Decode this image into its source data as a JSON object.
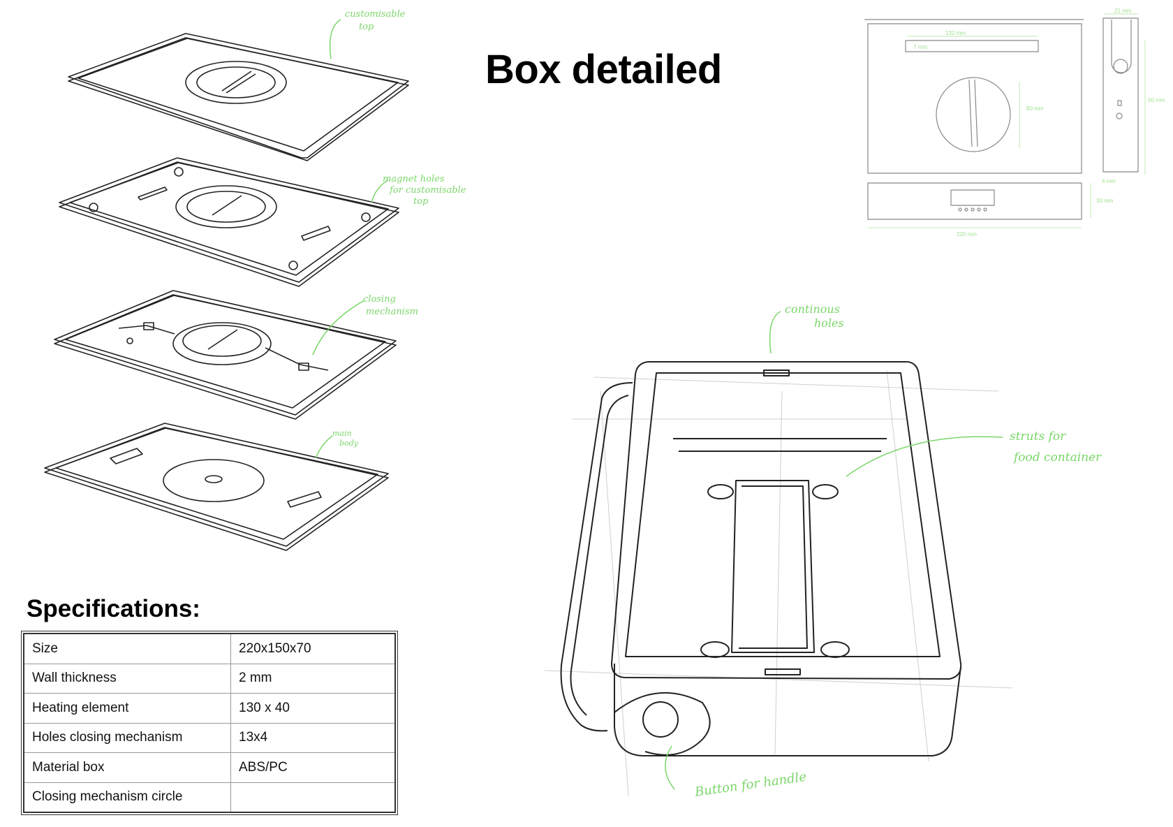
{
  "title": "Box detailed",
  "specifications": {
    "heading": "Specifications:",
    "rows": [
      {
        "label": "Size",
        "value": "220x150x70"
      },
      {
        "label": "Wall thickness",
        "value": "2 mm"
      },
      {
        "label": "Heating element",
        "value": "130 x 40"
      },
      {
        "label": "Holes closing mechanism",
        "value": "13x4"
      },
      {
        "label": "Material box",
        "value": "ABS/PC"
      },
      {
        "label": "Closing mechanism circle",
        "value": ""
      }
    ]
  },
  "annotations": {
    "customisable_top": [
      "customisable",
      "top"
    ],
    "magnet_holes": [
      "magnet holes",
      "for customisable",
      "top"
    ],
    "closing_mechanism": [
      "closing",
      "mechanism"
    ],
    "main_body": [
      "main",
      "body"
    ],
    "continous_holes": [
      "continous",
      "holes"
    ],
    "struts": [
      "struts for",
      "food container"
    ],
    "button_for_handle": "Button for handle"
  },
  "dimensions": {
    "inner_width": "132 mm",
    "inset": "7 mm",
    "circle_diameter": "80 mm",
    "side_depth": "50 mm",
    "top_right": "21 mm",
    "small_left": "4 mm",
    "base_height": "30 mm",
    "total_width": "220 mm"
  },
  "colors": {
    "annotation_green": "#7bd66a",
    "line": "#222222"
  }
}
